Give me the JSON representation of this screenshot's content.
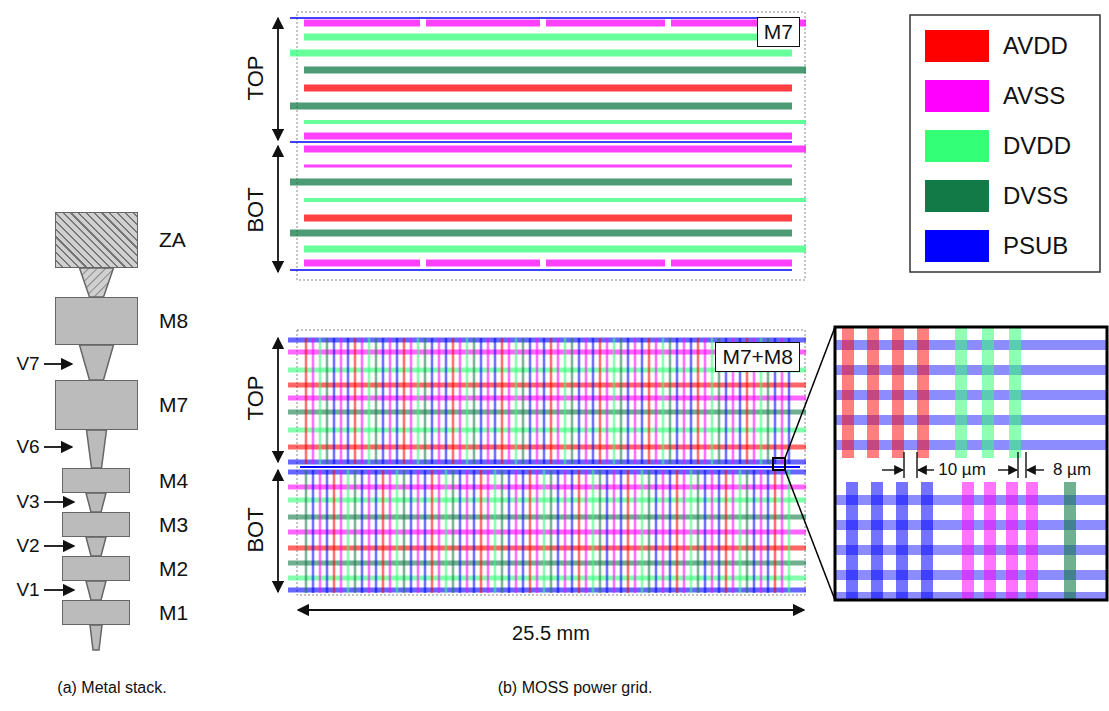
{
  "diagram": {
    "nodes": [
      {
        "text": [
          "ZA"
        ]
      },
      {
        "text": [
          "M8"
        ]
      },
      {
        "text": [
          "M7"
        ]
      },
      {
        "text": [
          "M4"
        ]
      },
      {
        "text": [
          "M3"
        ]
      },
      {
        "text": [
          "M2"
        ]
      },
      {
        "text": [
          "M1"
        ]
      },
      {
        "text": [
          "M7"
        ]
      },
      {
        "text": [
          "M7+M8"
        ]
      }
    ],
    "edges": [
      {
        "from": 0,
        "to": 1,
        "arrow": "none"
      },
      {
        "from": 1,
        "to": 2,
        "arrow": "none"
      },
      {
        "from": 2,
        "to": 3,
        "arrow": "none"
      },
      {
        "from": 3,
        "to": 4,
        "arrow": "none"
      },
      {
        "from": 4,
        "to": 5,
        "arrow": "none"
      },
      {
        "from": 5,
        "to": 6,
        "arrow": "none"
      }
    ],
    "labels": [
      "TOP",
      "BOT",
      "TOP",
      "BOT",
      "25.5 mm",
      "10 µm",
      "8 µm",
      "V7",
      "V6",
      "V3",
      "V2",
      "V1",
      "(a) Metal stack.",
      "(b) MOSS power grid."
    ],
    "legend": [
      {
        "text": "AVDD",
        "color": "#ff0000"
      },
      {
        "text": "AVSS",
        "color": "#ff00ff"
      },
      {
        "text": "DVDD",
        "color": "#33ff77"
      },
      {
        "text": "DVSS",
        "color": "#127a47"
      },
      {
        "text": "PSUB",
        "color": "#0000ff"
      }
    ]
  }
}
